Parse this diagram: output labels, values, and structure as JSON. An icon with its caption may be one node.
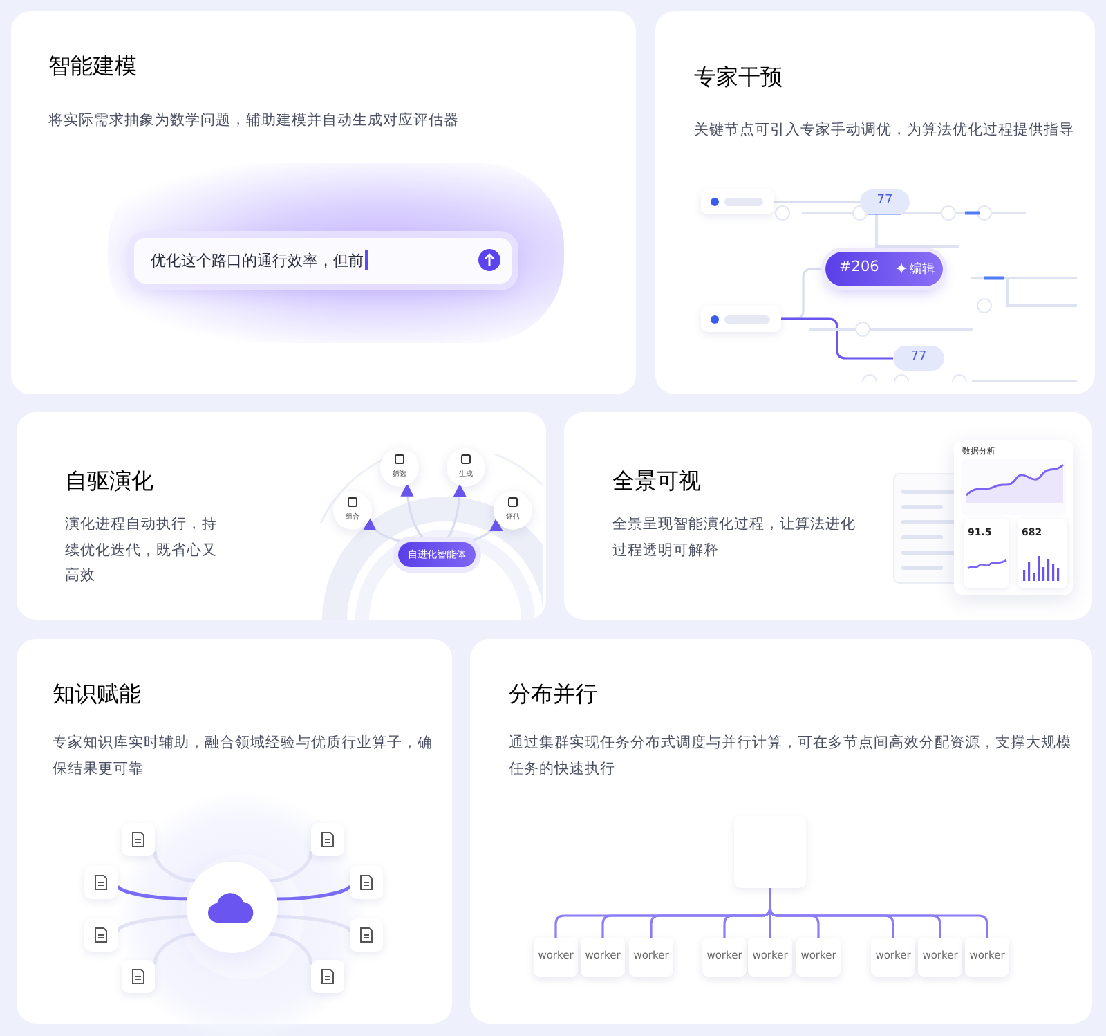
{
  "diagram": {
    "nodes": [
      {
        "text": [
          "智能建模",
          "将实际需求抽象为数学问题，辅助建模并自动生成对应评估器"
        ]
      },
      {
        "text": [
          "优化这个路口的通行效率，但前"
        ],
        "in": 0
      },
      {
        "text": [
          "专家干预",
          "关键节点可引入专家手动调优，为算法优化过程提供指导"
        ]
      },
      {
        "text": [],
        "shape": "box",
        "in": 2
      },
      {
        "text": [
          "77"
        ],
        "in": 2
      },
      {
        "text": [
          "#206",
          "编辑"
        ],
        "in": 2
      },
      {
        "text": [],
        "shape": "box",
        "in": 2
      },
      {
        "text": [
          "77"
        ],
        "in": 2
      },
      {
        "text": [
          "自驱演化",
          "演化进程自动执行，持续优化迭代，既省心又高效"
        ]
      },
      {
        "text": [
          "组合"
        ],
        "in": 8
      },
      {
        "text": [
          "筛选"
        ],
        "in": 8
      },
      {
        "text": [
          "生成"
        ],
        "in": 8
      },
      {
        "text": [
          "评估"
        ],
        "in": 8
      },
      {
        "text": [
          "自进化智能体"
        ],
        "in": 8
      },
      {
        "text": [
          "全景可视",
          "全景呈现智能演化过程，让算法进化过程透明可解释"
        ]
      },
      {
        "text": [
          "数据分析"
        ],
        "in": 14
      },
      {
        "text": [
          "91.5"
        ],
        "in": 15
      },
      {
        "text": [
          "682"
        ],
        "in": 15
      },
      {
        "text": [
          "知识赋能",
          "专家知识库实时辅助，融合领域经验与优质行业算子，确保结果更可靠"
        ]
      },
      {
        "text": [],
        "shape": "cloud",
        "in": 18
      },
      {
        "text": [],
        "shape": "box",
        "in": 18
      },
      {
        "text": [],
        "shape": "box",
        "in": 18
      },
      {
        "text": [],
        "shape": "box",
        "in": 18
      },
      {
        "text": [],
        "shape": "box",
        "in": 18
      },
      {
        "text": [],
        "shape": "box",
        "in": 18
      },
      {
        "text": [],
        "shape": "box",
        "in": 18
      },
      {
        "text": [],
        "shape": "box",
        "in": 18
      },
      {
        "text": [],
        "shape": "box",
        "in": 18
      },
      {
        "text": [
          "分布并行",
          "通过集群实现任务分布式调度与并行计算，可在多节点间高效分配资源，支撑大规模任务的快速执行"
        ]
      },
      {
        "text": [],
        "shape": "box",
        "in": 28
      },
      {
        "text": [
          "worker"
        ],
        "in": 28
      },
      {
        "text": [
          "worker"
        ],
        "in": 28
      },
      {
        "text": [
          "worker"
        ],
        "in": 28
      },
      {
        "text": [
          "worker"
        ],
        "in": 28
      },
      {
        "text": [
          "worker"
        ],
        "in": 28
      },
      {
        "text": [
          "worker"
        ],
        "in": 28
      },
      {
        "text": [
          "worker"
        ],
        "in": 28
      },
      {
        "text": [
          "worker"
        ],
        "in": 28
      },
      {
        "text": [
          "worker"
        ],
        "in": 28
      }
    ],
    "edges": [
      {
        "from": 3,
        "to": 4,
        "arrow": "none",
        "color": "#d9ddef"
      },
      {
        "from": 6,
        "to": 5,
        "arrow": "none",
        "color": "#d9ddef"
      },
      {
        "from": 6,
        "to": 7,
        "arrow": "none",
        "color": "#6a55f0"
      },
      {
        "from": 13,
        "to": 9,
        "arrow": "to",
        "color": "#d9ddef"
      },
      {
        "from": 13,
        "to": 10,
        "arrow": "to",
        "color": "#d9ddef"
      },
      {
        "from": 13,
        "to": 11,
        "arrow": "to",
        "color": "#d9ddef"
      },
      {
        "from": 13,
        "to": 12,
        "arrow": "to",
        "color": "#d9ddef"
      },
      {
        "from": 19,
        "to": 20,
        "arrow": "none",
        "color": "#e2e4f6"
      },
      {
        "from": 19,
        "to": 21,
        "arrow": "none",
        "color": "#7b6cf6"
      },
      {
        "from": 19,
        "to": 22,
        "arrow": "none",
        "color": "#e2e4f6"
      },
      {
        "from": 19,
        "to": 23,
        "arrow": "none",
        "color": "#e2e4f6"
      },
      {
        "from": 19,
        "to": 24,
        "arrow": "none",
        "color": "#e2e4f6"
      },
      {
        "from": 19,
        "to": 25,
        "arrow": "none",
        "color": "#7b6cf6"
      },
      {
        "from": 19,
        "to": 26,
        "arrow": "none",
        "color": "#e2e4f6"
      },
      {
        "from": 19,
        "to": 27,
        "arrow": "none",
        "color": "#e2e4f6"
      },
      {
        "from": 29,
        "to": 30,
        "arrow": "none",
        "color": "#8b7cf8"
      },
      {
        "from": 29,
        "to": 31,
        "arrow": "none",
        "color": "#8b7cf8"
      },
      {
        "from": 29,
        "to": 32,
        "arrow": "none",
        "color": "#8b7cf8"
      },
      {
        "from": 29,
        "to": 33,
        "arrow": "none",
        "color": "#8b7cf8"
      },
      {
        "from": 29,
        "to": 34,
        "arrow": "none",
        "color": "#8b7cf8"
      },
      {
        "from": 29,
        "to": 35,
        "arrow": "none",
        "color": "#8b7cf8"
      },
      {
        "from": 29,
        "to": 36,
        "arrow": "none",
        "color": "#8b7cf8"
      },
      {
        "from": 29,
        "to": 37,
        "arrow": "none",
        "color": "#8b7cf8"
      },
      {
        "from": 29,
        "to": 38,
        "arrow": "none",
        "color": "#8b7cf8"
      }
    ]
  }
}
